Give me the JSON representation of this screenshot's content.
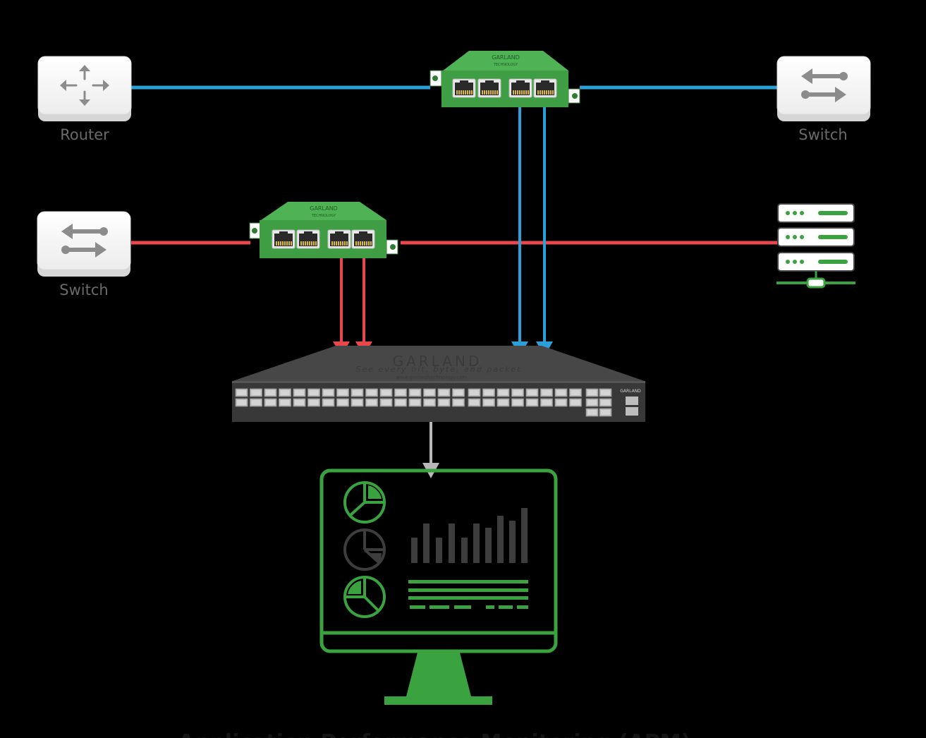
{
  "devices": {
    "router_label": "Router",
    "switch_top_label": "Switch",
    "switch_left_label": "Switch"
  },
  "tap": {
    "brand": "GARLAND",
    "line": "TECHNOLOGY"
  },
  "packet_broker": {
    "brand": "GARLAND",
    "tagline": "See every bit, byte, and packet",
    "url": "www.garlandtechnology.com",
    "side_label": "GARLAND"
  },
  "caption": "Application Performance Monitoring (APM)",
  "colors": {
    "background": "#000000",
    "blue_link": "#2b9fd8",
    "red_link": "#e8474b",
    "tap_green": "#3f9e44",
    "monitor_green": "#3aa33f",
    "arrow_gray": "#b8b8b8",
    "device_tile": "#f4f4f4",
    "chassis": "#3d3d3d"
  },
  "icons": {
    "router": "router-icon",
    "switch": "switch-arrows-icon",
    "server": "server-stack-icon",
    "monitor": "monitor-dashboard-icon"
  }
}
